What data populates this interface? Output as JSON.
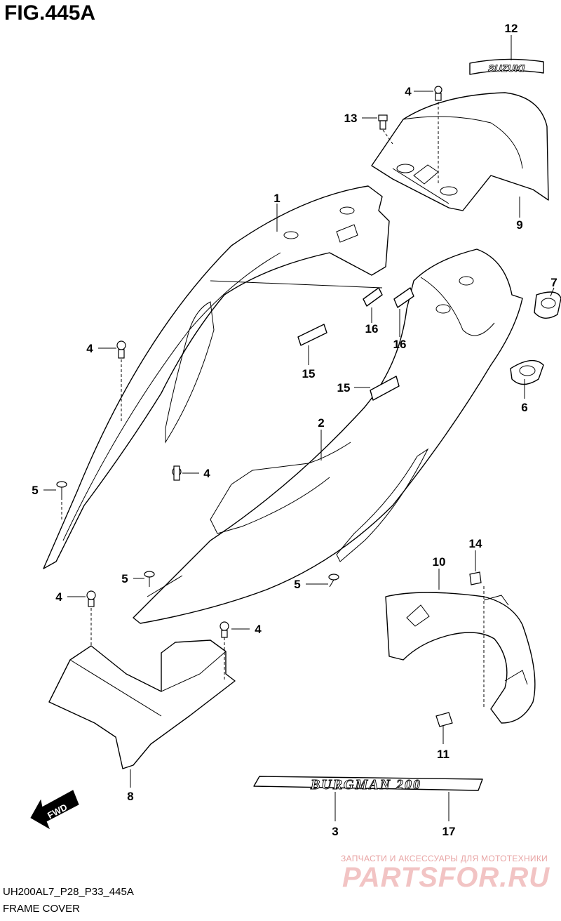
{
  "figure": {
    "title": "FIG.445A",
    "code": "UH200AL7_P28_P33_445A",
    "name": "FRAME COVER"
  },
  "callouts": [
    {
      "id": "c12",
      "label": "12"
    },
    {
      "id": "c4a",
      "label": "4"
    },
    {
      "id": "c13",
      "label": "13"
    },
    {
      "id": "c9",
      "label": "9"
    },
    {
      "id": "c1",
      "label": "1"
    },
    {
      "id": "c7",
      "label": "7"
    },
    {
      "id": "c4b",
      "label": "4"
    },
    {
      "id": "c16a",
      "label": "16"
    },
    {
      "id": "c16b",
      "label": "16"
    },
    {
      "id": "c15a",
      "label": "15"
    },
    {
      "id": "c15b",
      "label": "15"
    },
    {
      "id": "c6",
      "label": "6"
    },
    {
      "id": "c2",
      "label": "2"
    },
    {
      "id": "c4c",
      "label": "4"
    },
    {
      "id": "c5a",
      "label": "5"
    },
    {
      "id": "c14",
      "label": "14"
    },
    {
      "id": "c10",
      "label": "10"
    },
    {
      "id": "c5b",
      "label": "5"
    },
    {
      "id": "c5c",
      "label": "5"
    },
    {
      "id": "c4d",
      "label": "4"
    },
    {
      "id": "c4e",
      "label": "4"
    },
    {
      "id": "c11",
      "label": "11"
    },
    {
      "id": "c8",
      "label": "8"
    },
    {
      "id": "c3",
      "label": "3"
    },
    {
      "id": "c17",
      "label": "17"
    }
  ],
  "emblems": {
    "suzuki": "SUZUKI",
    "burgman": "BURGMAN 200",
    "fwd": "FWD"
  },
  "watermark": {
    "line1": "ЗАПЧАСТИ И АКСЕССУАРЫ ДЛЯ МОТОТЕХНИКИ",
    "logo": "PARTSFOR.RU"
  }
}
